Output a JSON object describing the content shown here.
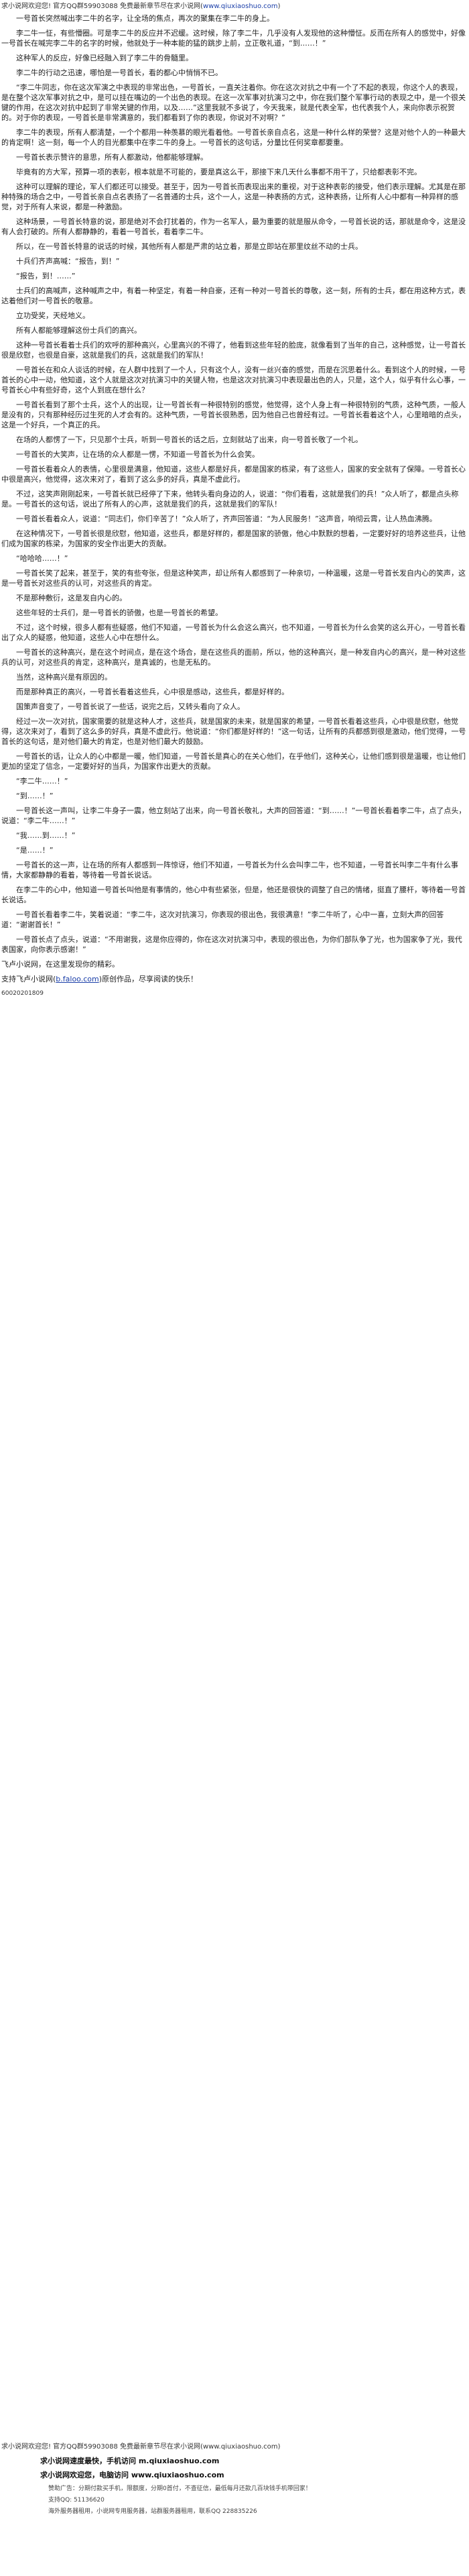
{
  "header": {
    "site_line": "求小说网欢迎您! 官方QQ群59903088 免费最新章节尽在求小说网(",
    "url": "www.qiuxiaoshuo.com",
    "site_line_end": ")"
  },
  "paragraphs": [
    "一号首长突然喊出李二牛的名字，让全场的焦点，再次的聚集在李二牛的身上。",
    "李二牛一怔，有些懵圈。可是李二牛的反应并不迟缓。这时候，除了李二牛，几乎没有人发现他的这种懵怔。反而在所有人的感觉中，好像一号首长在喊完李二牛的名字的时候，他就处于一种本能的猛的跳步上前，立正敬礼道，“到……！”",
    "这种军人的反应，好像已经融入到了李二牛的骨髓里。",
    "李二牛的行动之迅速，哪怕是一号首长，看的都心中悄悄不已。",
    "“李二牛同志，你在这次军演之中表现的非常出色，一号首长，一直关注着你。你在这次对抗之中有一个了不起的表现，你这个人的表现，是在整个这次军事对抗之中，是可以挂在嘴边的一个出色的表现。在这一次军事对抗演习之中，你在我们整个军事行动的表现之中，是一个很关键的作用，在这次对抗中起到了非常关键的作用，以及……”这里我就不多说了，今天我来，就是代表全军，也代表我个人，来向你表示祝贺的。对于你的表现，一号首长是非常满意的，我们都看到了你的表现，你说对不对啊？”",
    "李二牛的表现，所有人都清楚，一个个都用一种羡慕的眼光看着他。一号首长亲自点名，这是一种什么样的荣誉？这是对他个人的一种最大的肯定啊！这一刻，每一个人的目光都集中在李二牛的身上。一号首长的这句话，分量比任何奖章都要重。",
    "一号首长表示赞许的意思，所有人都激动，他都能够理解。",
    "毕竟有的方大军，预算一项的表彰，根本就是不可能的，要是真这么干，那接下来几天什么事都不用干了，只给都表彰不完。",
    "这种可以理解的理论，军人们都还可以接受。甚至于，因为一号首长而表现出来的重视，对于这种表彰的接受，他们表示理解。尤其是在那种特殊的场合之中，一号首长亲自点名表扬了一名普通的士兵，这个一人，这是一种表扬的方式，这种表扬，让所有人心中都有一种异样的感觉，对于所有人来说，都是一种激励。",
    "这种场景，一号首长特意的说，那是绝对不会打扰着的，作为一名军人，最为重要的就是服从命令，一号首长说的话，那就是命令，这是没有人会打破的。所有人都静静的，看着一号首长，看着李二牛。",
    "所以，在一号首长特意的说话的时候，其他所有人都是严肃的站立着，那是立即站在那里纹丝不动的士兵。",
    "十兵们齐声高喊：“报告，到！”",
    "“报告，到！……”",
    "士兵们的高喊声，这种喊声之中，有着一种坚定，有着一种自豪，还有一种对一号首长的尊敬，这一刻，所有的士兵，都在用这种方式，表达着他们对一号首长的敬意。",
    "立功受奖，天经地义。",
    "所有人都能够理解这份士兵们的高兴。",
    "这种一号首长看着士兵们的欢呼的那种高兴，心里高兴的不得了，他看到这些年轻的脸庞，就像看到了当年的自己，这种感觉，让一号首长很是欣慰，也很是自豪，这就是我们的兵，这就是我们的军队！",
    "一号首长在和众人谈话的时候，在人群中找到了一个人，只有这个人，没有一丝兴奋的感觉，而是在沉思着什么。看到这个人的时候，一号首长的心中一动，他知道，这个人就是这次对抗演习中的关键人物，也是这次对抗演习中表现最出色的人，只是，这个人，似乎有什么心事，一号首长心中有些好奇，这个人到底在想什么？",
    "一号首长看到了那个士兵，这个人的出现，让一号首长有一种很特别的感觉，他觉得，这个人身上有一种很特别的气质，这种气质，一般人是没有的，只有那种经历过生死的人才会有的。这种气质，一号首长很熟悉，因为他自己也曾经有过。一号首长看着这个人，心里暗暗的点头，这是一个好兵，一个真正的兵。",
    "在场的人都愣了一下，只见那个士兵，听到一号首长的话之后，立刻就站了出来，向一号首长敬了一个礼。",
    "一号首长的大笑声，让在场的众人都是一愣，不知道一号首长为什么会笑。",
    "一号首长看着众人的表情，心里很是满意，他知道，这些人都是好兵，都是国家的栋梁，有了这些人，国家的安全就有了保障。一号首长心中很是高兴，他觉得，这次来对了，看到了这么多的好兵，真是不虚此行。",
    "不过，这笑声刚刚起来，一号首长就已经停了下来，他转头看向身边的人，说道：“你们看看，这就是我们的兵！”众人听了，都是点头称是。一号首长的这句话，说出了所有人的心声，这就是我们的兵，这就是我们的军队！",
    "一号首长看着众人，说道：“同志们，你们辛苦了！”众人听了，齐声回答道：“为人民服务！”这声音，响彻云霄，让人热血沸腾。",
    "在这种情况下，一号首长很是欣慰，他知道，这些兵，都是好样的，都是国家的骄傲，他心中默默的想着，一定要好好的培养这些兵，让他们成为国家的栋梁，为国家的安全作出更大的贡献。",
    "“哈哈哈……！”",
    "一号首长笑了起来，甚至于，笑的有些夸张，但是这种笑声，却让所有人都感到了一种亲切，一种温暖，这是一号首长发自内心的笑声，这是一号首长对这些兵的认可，对这些兵的肯定。",
    "不是那种敷衍，这是发自内心的。",
    "这些年轻的士兵们，是一号首长的骄傲，也是一号首长的希望。",
    "不过，这个时候，很多人都有些疑惑，他们不知道，一号首长为什么会这么高兴，也不知道，一号首长为什么会笑的这么开心，一号首长看出了众人的疑惑，他知道，这些人心中在想什么。",
    "一号首长的这种高兴，是在这个时间点，是在这个场合，是在这些兵的面前，所以，他的这种高兴，是一种发自内心的高兴，是一种对这些兵的认可，对这些兵的肯定，这种高兴，是真诚的，也是无私的。",
    "当然，这种高兴是有原因的。",
    "而是那种真正的高兴，一号首长看着这些兵，心中很是感动，这些兵，都是好样的。",
    "国策声音变了，一号首长说了一些话，说完之后，又转头看向了众人。",
    "经过一次一次对抗，国家需要的就是这种人才，这些兵，就是国家的未来，就是国家的希望，一号首长看着这些兵，心中很是欣慰，他觉得，这次来对了，看到了这么多的好兵，真是不虚此行。他说道：“你们都是好样的！”这一句话，让所有的兵都感到很是激动，他们觉得，一号首长的这句话，是对他们最大的肯定，也是对他们最大的鼓励。",
    "一号首长的话，让众人的心中都是一暖，他们知道，一号首长是真心的在关心他们，在乎他们，这种关心，让他们感到很是温暖，也让他们更加的坚定了信念，一定要好好的当兵，为国家作出更大的贡献。",
    "“李二牛……！”",
    "“到……！”",
    "一号首长这一声叫，让李二牛身子一震，他立刻站了出来，向一号首长敬礼，大声的回答道：“到……！”一号首长看着李二牛，点了点头，说道：“李二牛……！”",
    "“我……到……！”",
    "“是……！”",
    "一号首长的这一声，让在场的所有人都感到一阵惊讶，他们不知道，一号首长为什么会叫李二牛，也不知道，一号首长叫李二牛有什么事情，大家都静静的看着，等待着一号首长说话。",
    "在李二牛的心中，他知道一号首长叫他是有事情的，他心中有些紧张，但是，他还是很快的调整了自己的情绪，挺直了腰杆，等待着一号首长说话。",
    "一号首长看着李二牛，笑着说道：“李二牛，这次对抗演习，你表现的很出色，我很满意！”李二牛听了，心中一喜，立刻大声的回答道：“谢谢首长！”",
    "一号首长点了点头，说道：“不用谢我，这是你应得的，你在这次对抗演习中，表现的很出色，为你们部队争了光，也为国家争了光，我代表国家，向你表示感谢！”"
  ],
  "end_note": "飞卢小说网，在这里发现你的精彩。",
  "chapter_link_prefix": "支持飞卢小说网(",
  "chapter_link_url": "b.faloo.com",
  "chapter_link_suffix": ")原创作品，尽享阅读的快乐！",
  "page_id": "60020201809",
  "footer": {
    "ad_line": "求小说网欢迎您! 官方QQ群59903088 免费最新章节尽在求小说网(www.qiuxiaoshuo.com)",
    "line1": "求小说网速度最快，手机访问  m.qiuxiaoshuo.com",
    "line2": "求小说网欢迎您，电脑访问  www.qiuxiaoshuo.com",
    "disclaimer1": "赞助广告：分期付款买手机，限额度，分期0首付，不查征信，最低每月还款几百块钱手机带回家！",
    "disclaimer2": "支持QQ: 51136620",
    "disclaimer3": "海外服务器租用，小说网专用服务器，站群服务器租用，联系QQ 228835226"
  }
}
